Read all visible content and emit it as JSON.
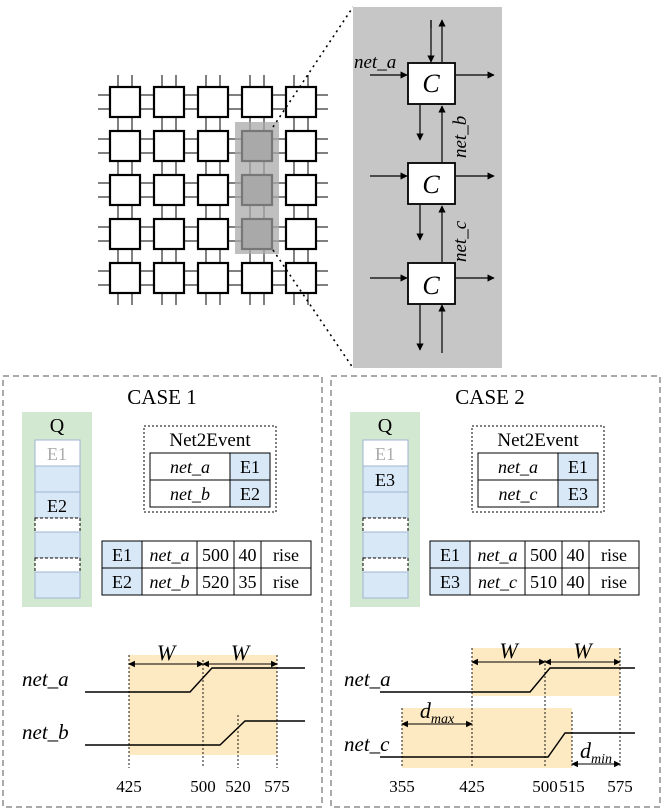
{
  "grid_detail": {
    "cell_label": "C",
    "nets": [
      "net_a",
      "net_b",
      "net_c"
    ]
  },
  "case1": {
    "title": "CASE 1",
    "queue": {
      "label": "Q",
      "slots": [
        {
          "text": "E1",
          "faded": true,
          "style": "white"
        },
        {
          "text": "",
          "faded": false,
          "style": "blue"
        },
        {
          "text": "E2",
          "faded": false,
          "style": "blue"
        },
        {
          "text": "",
          "faded": false,
          "style": "dashed"
        },
        {
          "text": "",
          "faded": false,
          "style": "blue"
        },
        {
          "text": "",
          "faded": false,
          "style": "dashed"
        },
        {
          "text": "",
          "faded": false,
          "style": "blue"
        }
      ]
    },
    "net2event": {
      "title": "Net2Event",
      "rows": [
        [
          "net_a",
          "E1"
        ],
        [
          "net_b",
          "E2"
        ]
      ]
    },
    "events": [
      [
        "E1",
        "net_a",
        "500",
        "40",
        "rise"
      ],
      [
        "E2",
        "net_b",
        "520",
        "35",
        "rise"
      ]
    ],
    "timing": {
      "w_label": "W",
      "signals": [
        "net_a",
        "net_b"
      ],
      "ticks": [
        "425",
        "500",
        "520",
        "575"
      ]
    }
  },
  "case2": {
    "title": "CASE 2",
    "queue": {
      "label": "Q",
      "slots": [
        {
          "text": "E1",
          "faded": true,
          "style": "white"
        },
        {
          "text": "E3",
          "faded": false,
          "style": "blue"
        },
        {
          "text": "",
          "faded": false,
          "style": "blue"
        },
        {
          "text": "",
          "faded": false,
          "style": "dashed"
        },
        {
          "text": "",
          "faded": false,
          "style": "blue"
        },
        {
          "text": "",
          "faded": false,
          "style": "dashed"
        },
        {
          "text": "",
          "faded": false,
          "style": "blue"
        }
      ]
    },
    "net2event": {
      "title": "Net2Event",
      "rows": [
        [
          "net_a",
          "E1"
        ],
        [
          "net_c",
          "E3"
        ]
      ]
    },
    "events": [
      [
        "E1",
        "net_a",
        "500",
        "40",
        "rise"
      ],
      [
        "E3",
        "net_c",
        "510",
        "40",
        "rise"
      ]
    ],
    "timing": {
      "w_label": "W",
      "dmax_base": "d",
      "dmax_sub": "max",
      "dmin_base": "d",
      "dmin_sub": "min",
      "signals": [
        "net_a",
        "net_c"
      ],
      "ticks": [
        "355",
        "425",
        "500",
        "515",
        "575"
      ]
    }
  }
}
